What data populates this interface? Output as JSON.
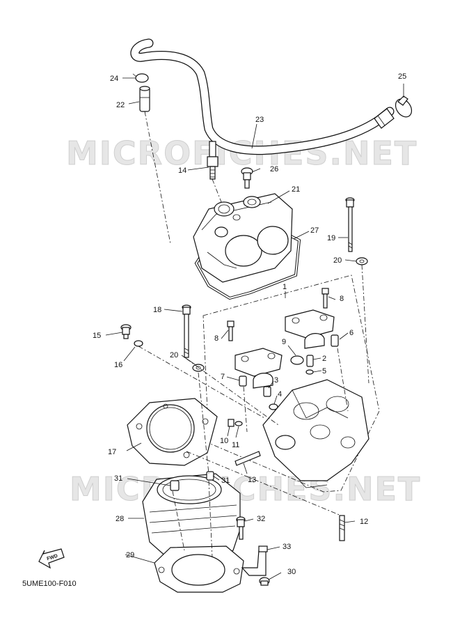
{
  "watermarks": [
    "MICROFICHES.NET",
    "MICROFICHES.NET"
  ],
  "diagram_code": "5UME100-F010",
  "fwd_label": "FWD",
  "callouts": [
    "1",
    "2",
    "3",
    "4",
    "5",
    "6",
    "7",
    "8",
    "8",
    "9",
    "10",
    "11",
    "12",
    "13",
    "14",
    "15",
    "16",
    "17",
    "18",
    "19",
    "20",
    "20",
    "21",
    "22",
    "23",
    "24",
    "25",
    "26",
    "27",
    "28",
    "29",
    "30",
    "31",
    "31",
    "32",
    "33"
  ]
}
